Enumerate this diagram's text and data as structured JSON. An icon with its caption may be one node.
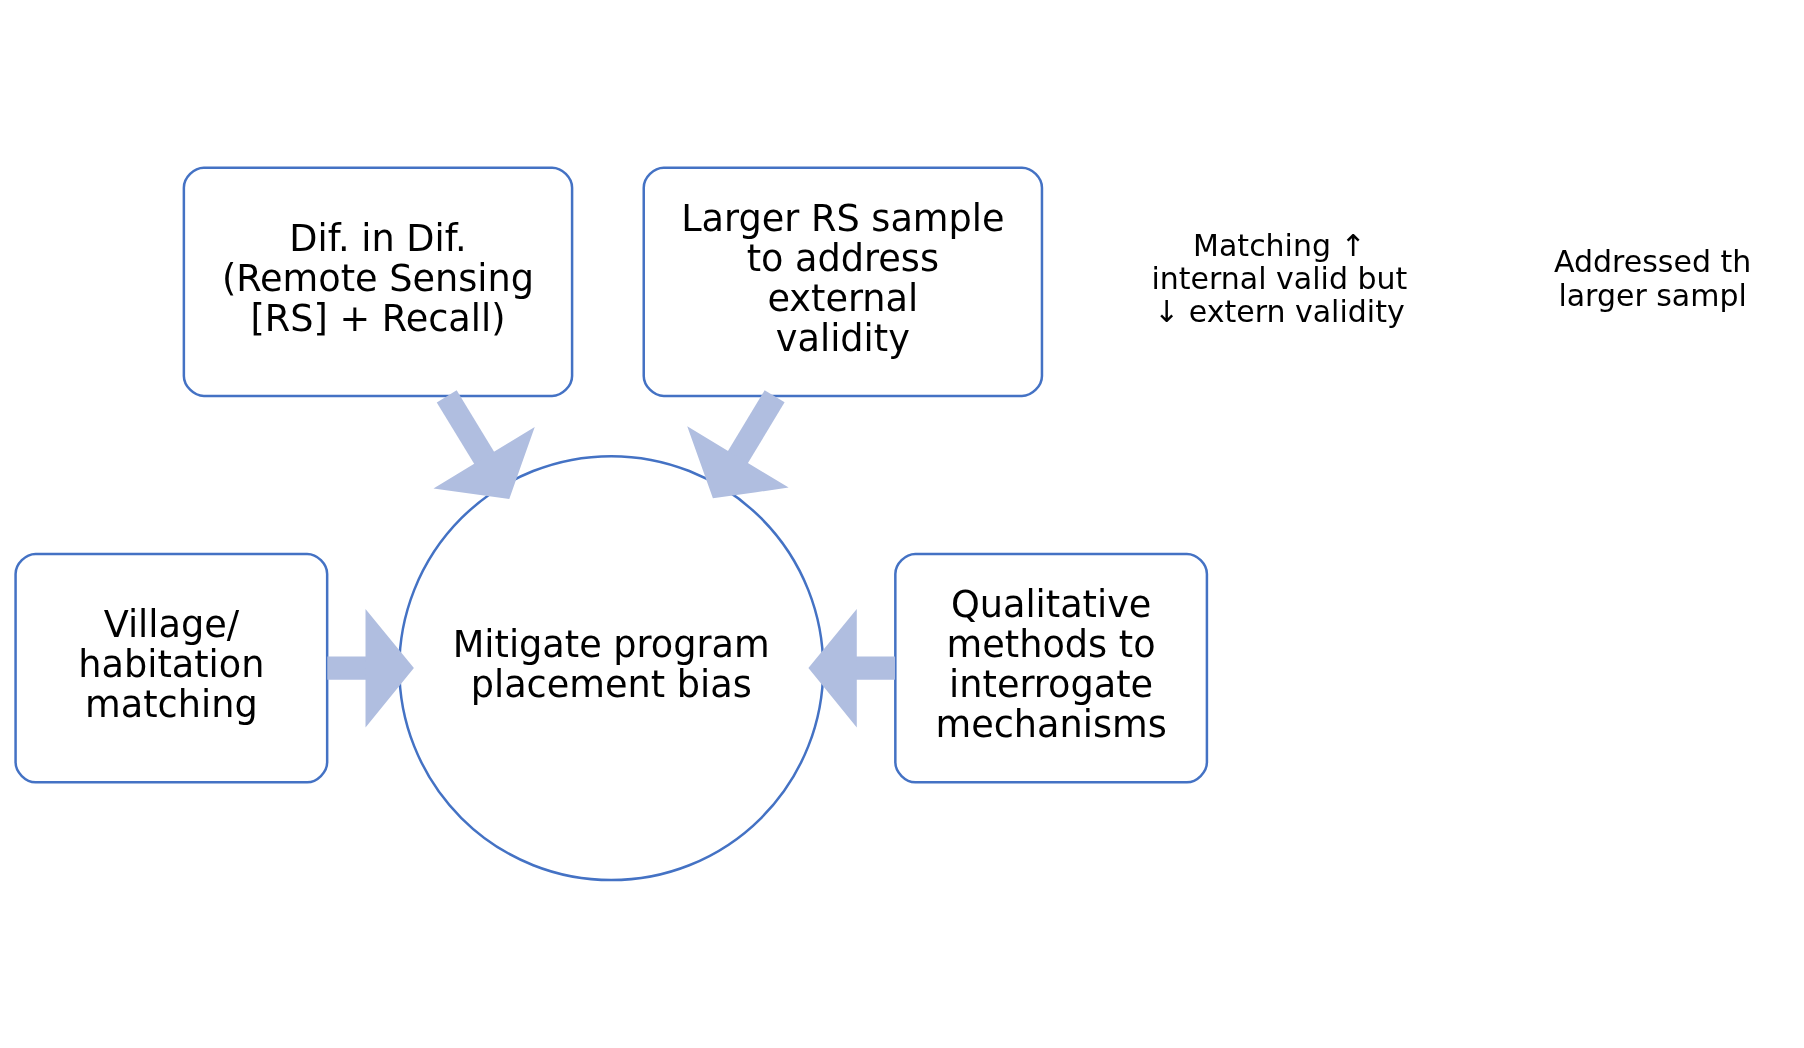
{
  "diagram": {
    "nodes": [
      {
        "text": [
          "Dif. in Dif. (Remote Sensing [RS] + Recall)"
        ]
      },
      {
        "text": [
          "Larger RS sample to address external validity"
        ]
      },
      {
        "text": [
          "Village/ habitation matching"
        ]
      },
      {
        "text": [
          "Mitigate program placement bias"
        ]
      },
      {
        "text": [
          "Qualitative methods to interrogate mechanisms"
        ]
      }
    ],
    "edges": [
      {
        "from": 0,
        "to": 3,
        "arrow": "to"
      },
      {
        "from": 1,
        "to": 3,
        "arrow": "to"
      },
      {
        "from": 2,
        "to": 3,
        "arrow": "to"
      },
      {
        "from": 4,
        "to": 3,
        "arrow": "to"
      }
    ],
    "labels": [
      "Matching ↑ internal valid but ↓ extern validity",
      "Addressed th larger sampl"
    ]
  }
}
